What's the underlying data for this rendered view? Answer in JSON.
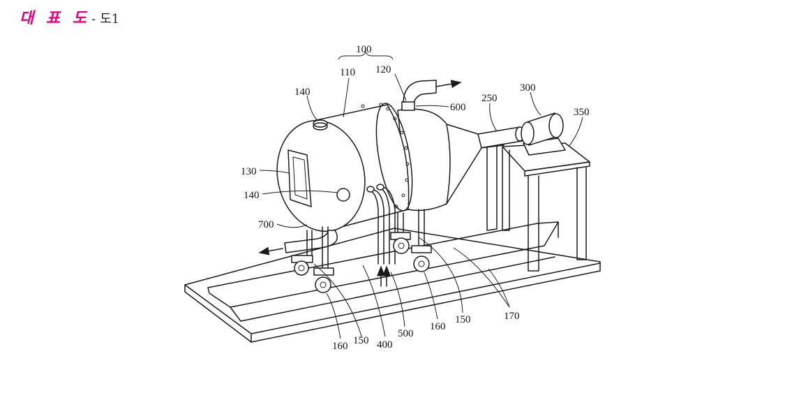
{
  "header": {
    "title": "대 표 도",
    "separator": "-",
    "figure": "도1"
  },
  "labels": {
    "l100": "100",
    "l110": "110",
    "l120": "120",
    "l140a": "140",
    "l600": "600",
    "l250": "250",
    "l300": "300",
    "l350": "350",
    "l130": "130",
    "l140b": "140",
    "l700": "700",
    "l160a": "160",
    "l150a": "150",
    "l400": "400",
    "l500": "500",
    "l160b": "160",
    "l150b": "150",
    "l170": "170"
  }
}
